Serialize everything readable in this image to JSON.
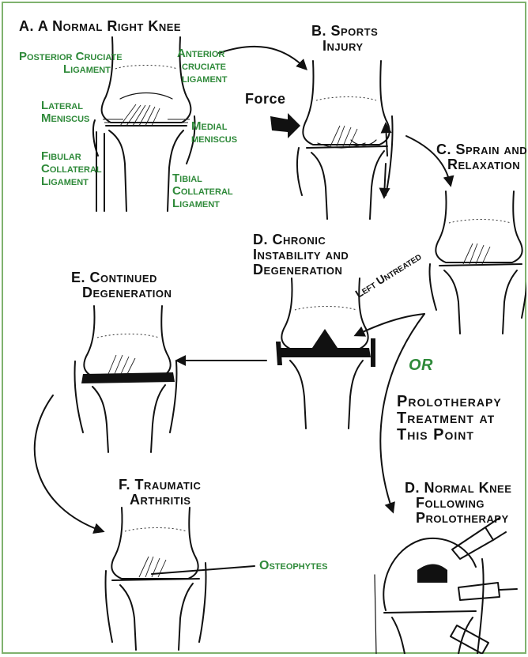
{
  "labels": {
    "a_title": "A. A Normal Right Knee",
    "posterior_cruciate": [
      "Posterior Cruciate",
      "Ligament"
    ],
    "anterior_cruciate": [
      "Anterior",
      "cruciate",
      "ligament"
    ],
    "lateral_meniscus": [
      "Lateral",
      "Meniscus"
    ],
    "medial_meniscus": [
      "Medial",
      "meniscus"
    ],
    "fibular_collateral": [
      "Fibular",
      "Collateral",
      "Ligament"
    ],
    "tibial_collateral": [
      "Tibial",
      "Collateral",
      "Ligament"
    ],
    "b_title": [
      "B. Sports",
      "Injury"
    ],
    "force": "Force",
    "c_title": [
      "C. Sprain and",
      "Relaxation"
    ],
    "d_title": [
      "D. Chronic",
      "Instability and",
      "Degeneration"
    ],
    "left_untreated": "Left Untreated",
    "e_title": [
      "E. Continued",
      "Degeneration"
    ],
    "or": "OR",
    "prolotherapy": [
      "Prolotherapy",
      "Treatment at",
      "This Point"
    ],
    "d2_title": [
      "D. Normal Knee",
      "Following",
      "Prolotherapy"
    ],
    "f_title": [
      "F. Traumatic",
      "Arthritis"
    ],
    "osteophytes": "Osteophytes"
  },
  "colors": {
    "label_green": "#2f8a3a",
    "label_black": "#111111",
    "frame": "#7fb26e"
  }
}
